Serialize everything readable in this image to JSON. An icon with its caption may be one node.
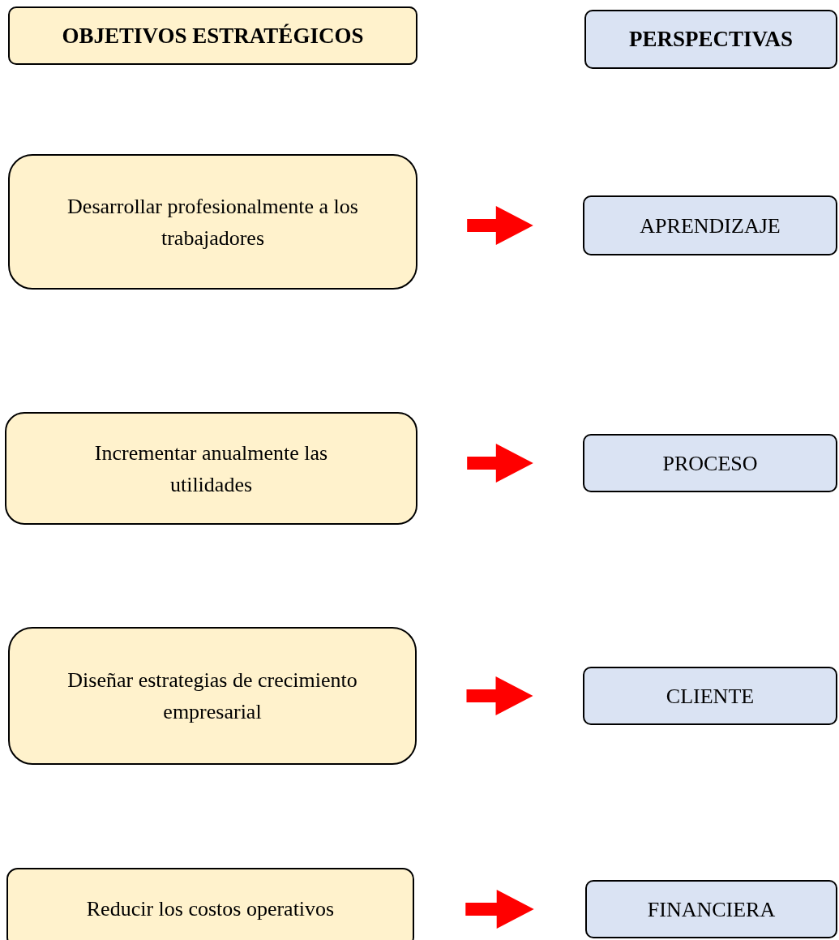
{
  "diagram": {
    "nodes": [
      {
        "text": [
          "OBJETIVOS ESTRATÉGICOS"
        ]
      },
      {
        "text": [
          "PERSPECTIVAS"
        ]
      },
      {
        "text": [
          "Desarrollar profesionalmente a los trabajadores"
        ]
      },
      {
        "text": [
          "APRENDIZAJE"
        ]
      },
      {
        "text": [
          "Incrementar anualmente las utilidades"
        ]
      },
      {
        "text": [
          "PROCESO"
        ]
      },
      {
        "text": [
          "Diseñar estrategias de crecimiento empresarial"
        ]
      },
      {
        "text": [
          "CLIENTE"
        ]
      },
      {
        "text": [
          "Reducir los costos operativos"
        ]
      },
      {
        "text": [
          "FINANCIERA"
        ]
      }
    ],
    "edges": [
      {
        "from": 2,
        "to": 3,
        "arrow": "to"
      },
      {
        "from": 4,
        "to": 5,
        "arrow": "to"
      },
      {
        "from": 6,
        "to": 7,
        "arrow": "to"
      },
      {
        "from": 8,
        "to": 9,
        "arrow": "to"
      }
    ]
  }
}
